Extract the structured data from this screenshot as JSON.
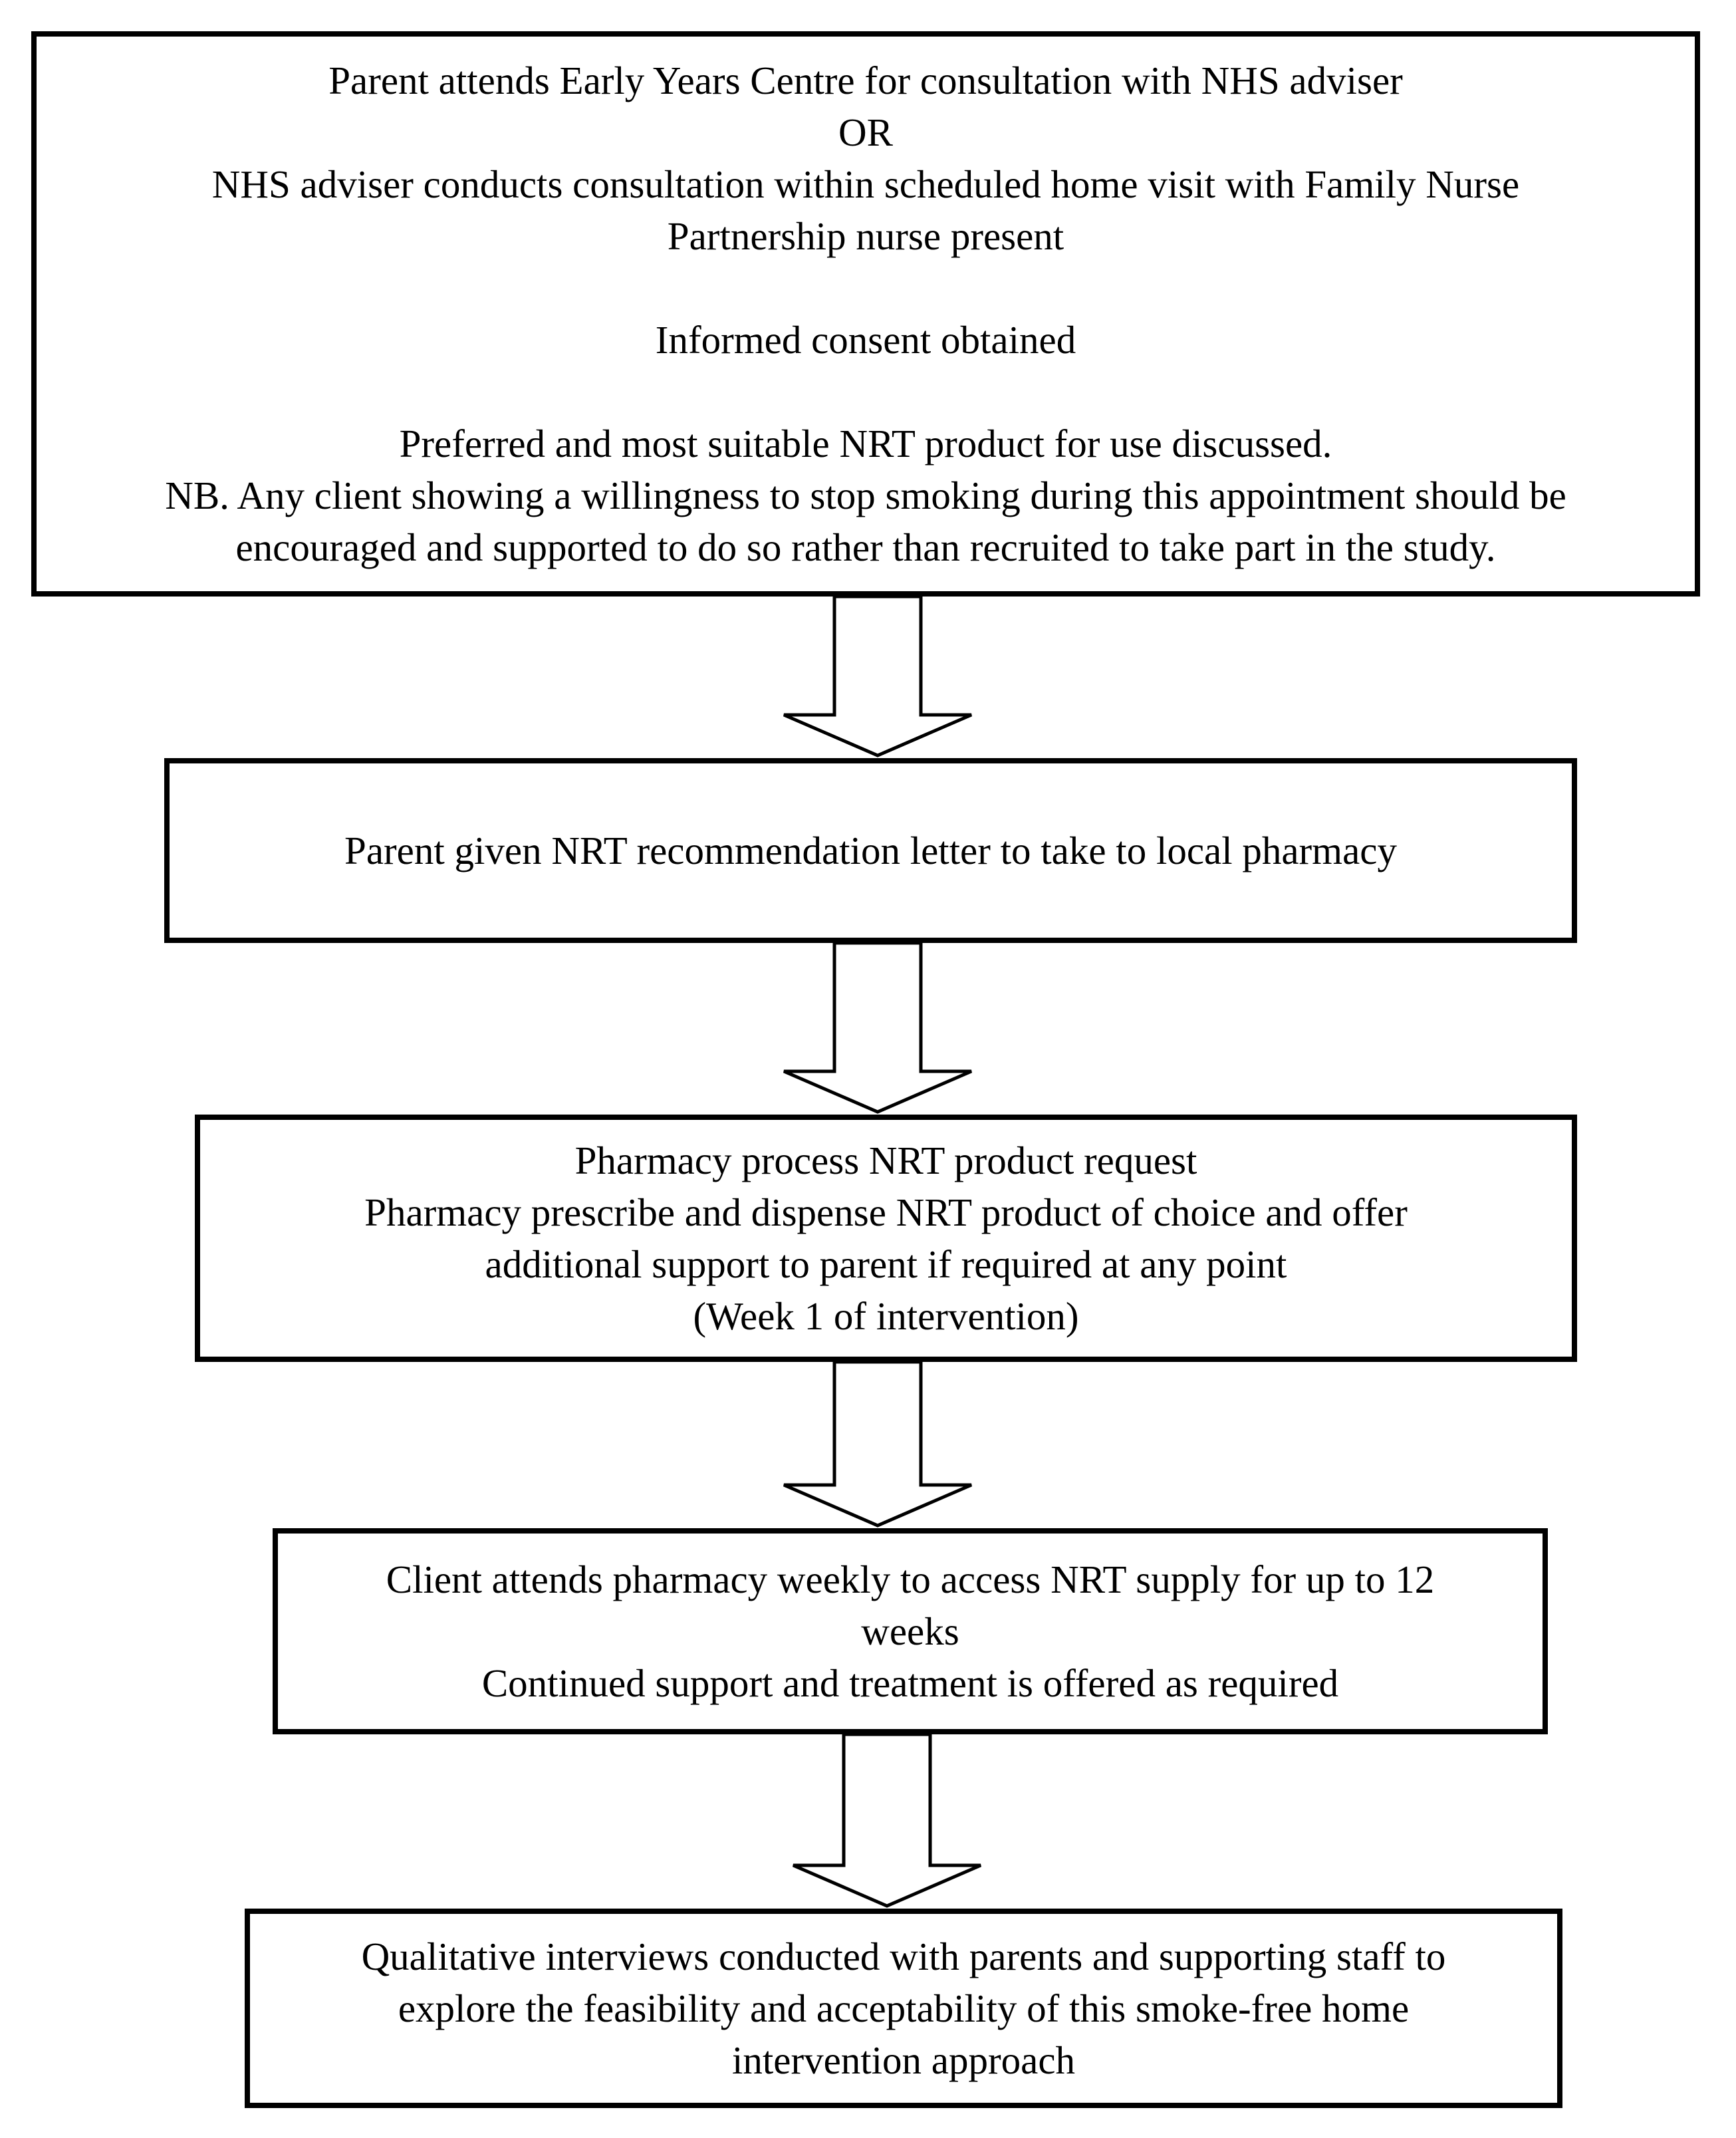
{
  "diagram": {
    "box1": {
      "line1": "Parent attends Early Years Centre for consultation with NHS adviser",
      "line2": "OR",
      "line3": "NHS adviser conducts consultation within scheduled home visit with Family Nurse",
      "line4": "Partnership nurse present",
      "line5": "Informed consent obtained",
      "line6": "Preferred and most suitable NRT product for use discussed.",
      "line7": "NB. Any client showing a willingness to stop smoking during this appointment should be",
      "line8": "encouraged and supported to do so rather than recruited to take part in the study."
    },
    "box2": {
      "line1": "Parent given NRT recommendation letter to take to local pharmacy"
    },
    "box3": {
      "line1": "Pharmacy process NRT product request",
      "line2": "Pharmacy prescribe and dispense NRT product of choice and offer",
      "line3": "additional support to parent if required at any point",
      "line4": "(Week 1 of intervention)"
    },
    "box4": {
      "line1": "Client attends pharmacy weekly to access NRT supply for up to 12",
      "line2": "weeks",
      "line3": "Continued support and treatment is offered as required"
    },
    "box5": {
      "line1": "Qualitative interviews conducted with parents and supporting staff to",
      "line2": "explore the feasibility and acceptability of this smoke-free home",
      "line3": "intervention approach"
    }
  }
}
